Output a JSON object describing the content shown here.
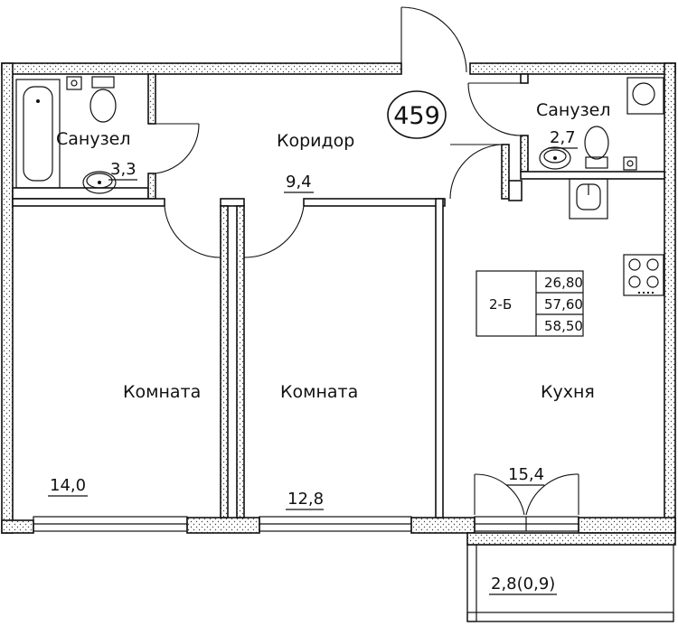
{
  "apartment_number": "459",
  "rooms": {
    "bathroom_left": {
      "label": "Санузел",
      "area": "3,3"
    },
    "corridor": {
      "label": "Коридор",
      "area": "9,4"
    },
    "bathroom_right": {
      "label": "Санузел",
      "area": "2,7"
    },
    "room_left": {
      "label": "Комната",
      "area": "14,0"
    },
    "room_middle": {
      "label": "Комната",
      "area": "12,8"
    },
    "kitchen": {
      "label": "Кухня",
      "area": "15,4"
    },
    "balcony": {
      "area": "2,8(0,9)"
    }
  },
  "summary_table": {
    "type": "2-Б",
    "values": [
      "26,80",
      "57,60",
      "58,50"
    ]
  },
  "icons": [
    "bathtub-icon",
    "toilet-icon",
    "sink-icon",
    "washing-machine-icon",
    "kitchen-sink-icon",
    "stove-icon"
  ]
}
